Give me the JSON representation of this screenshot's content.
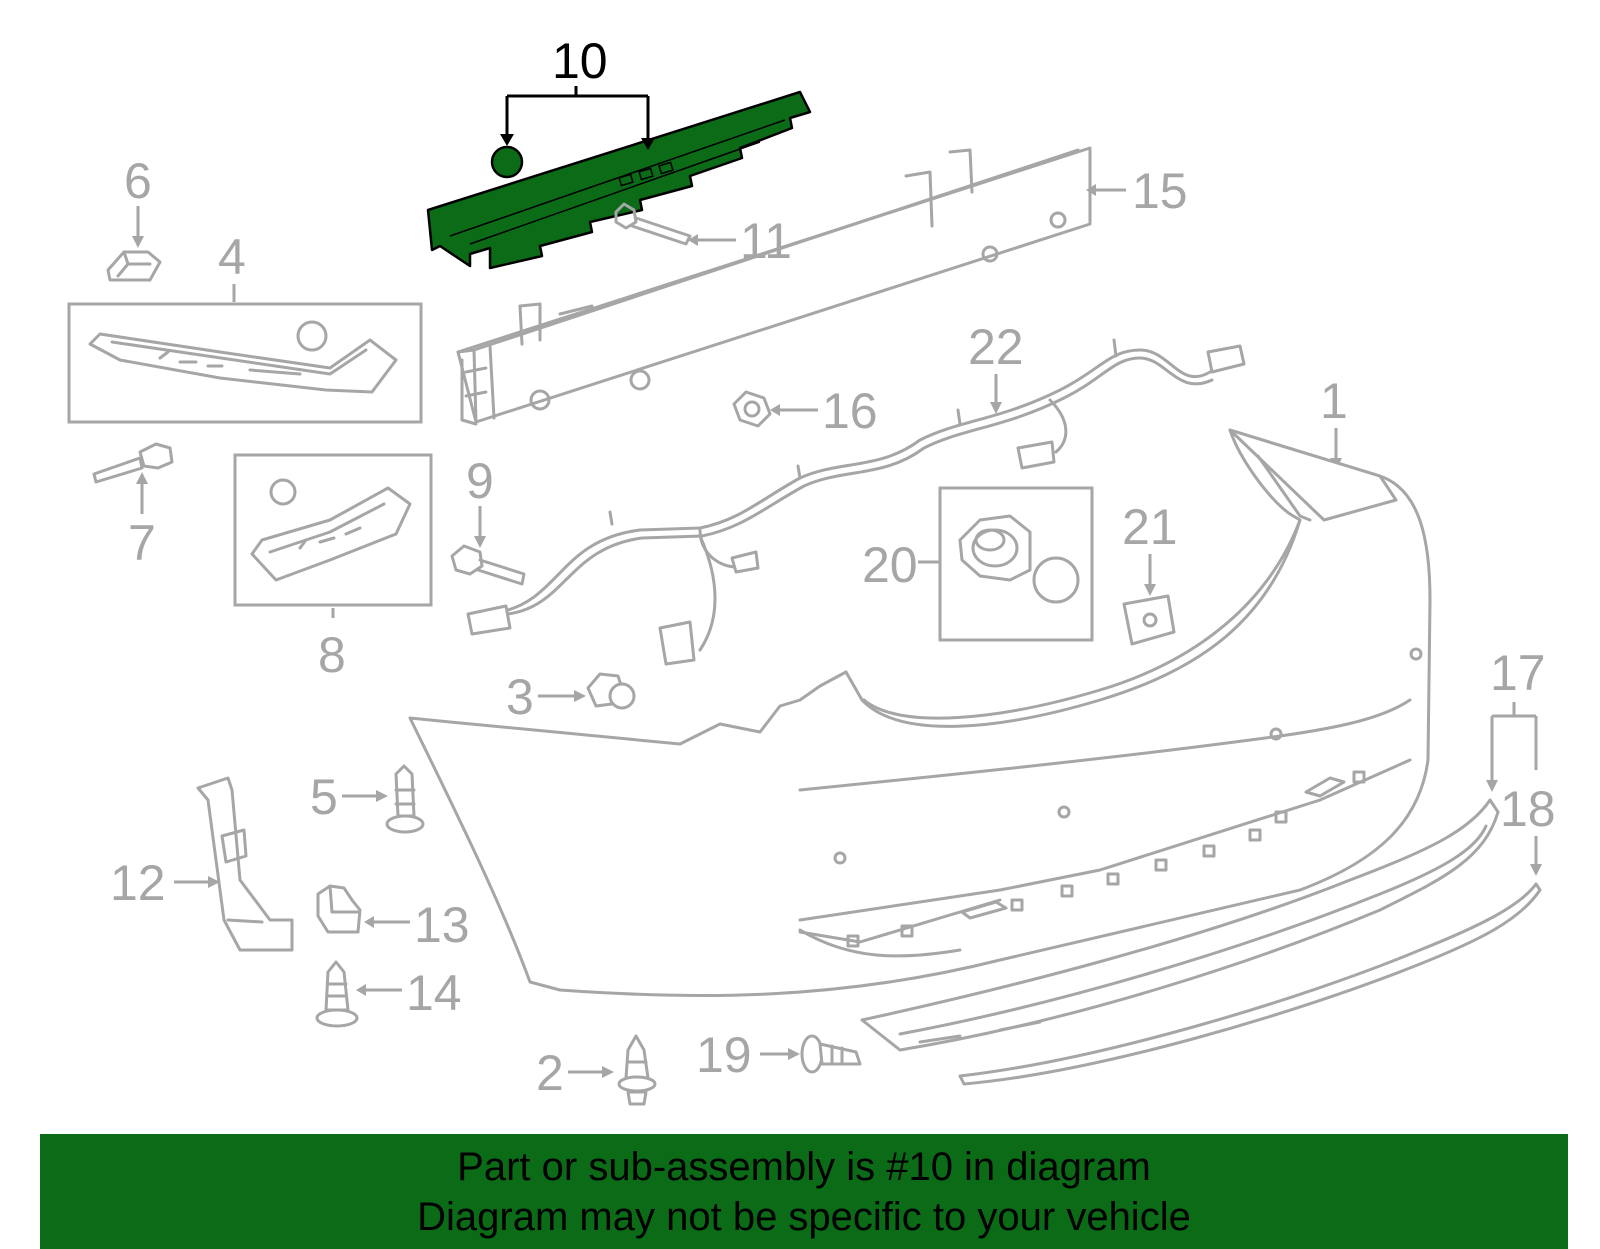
{
  "callouts": {
    "c1": "1",
    "c2": "2",
    "c3": "3",
    "c4": "4",
    "c5": "5",
    "c6": "6",
    "c7": "7",
    "c8": "8",
    "c9": "9",
    "c10": "10",
    "c11": "11",
    "c12": "12",
    "c13": "13",
    "c14": "14",
    "c15": "15",
    "c16": "16",
    "c17": "17",
    "c18": "18",
    "c19": "19",
    "c20": "20",
    "c21": "21",
    "c22": "22"
  },
  "highlighted_part": "10",
  "colors": {
    "highlight": "#0b6b16",
    "part_line": "#a6a6a6",
    "banner": "#0b6b16"
  },
  "banner": {
    "line1": "Part or sub-assembly is #10 in diagram",
    "line2": "Diagram may not be specific to your vehicle"
  }
}
